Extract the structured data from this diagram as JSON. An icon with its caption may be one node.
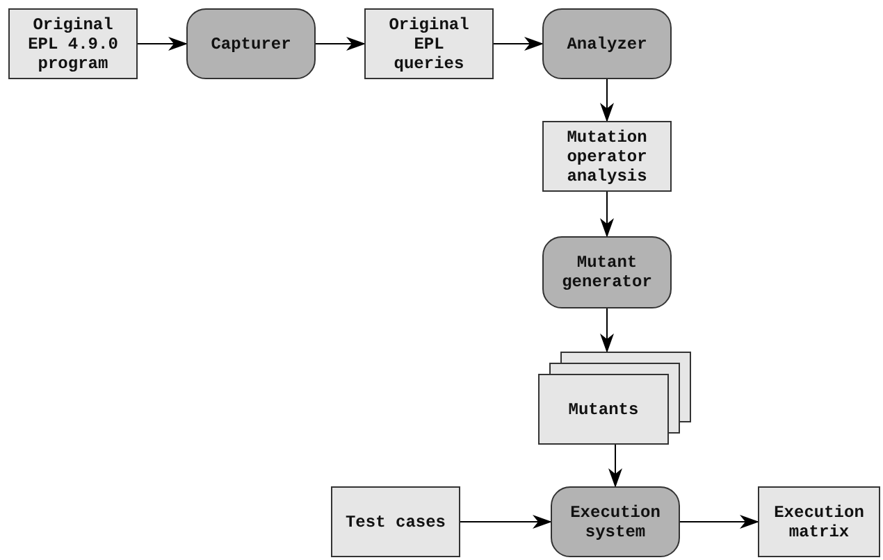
{
  "diagram": {
    "nodes": [
      {
        "text": [
          "Original EPL 4.9.0 program"
        ]
      },
      {
        "text": [
          "Capturer"
        ]
      },
      {
        "text": [
          "Original EPL queries"
        ]
      },
      {
        "text": [
          "Analyzer"
        ]
      },
      {
        "text": [
          "Mutation operator analysis"
        ]
      },
      {
        "text": [
          "Mutant generator"
        ]
      },
      {
        "text": [
          "Mutants"
        ]
      },
      {
        "text": [
          "Test cases"
        ]
      },
      {
        "text": [
          "Execution system"
        ]
      },
      {
        "text": [
          "Execution matrix"
        ]
      }
    ],
    "edges": [
      {
        "from": 0,
        "to": 1,
        "arrow": "to"
      },
      {
        "from": 1,
        "to": 2,
        "arrow": "to"
      },
      {
        "from": 2,
        "to": 3,
        "arrow": "to"
      },
      {
        "from": 3,
        "to": 4,
        "arrow": "to"
      },
      {
        "from": 4,
        "to": 5,
        "arrow": "to"
      },
      {
        "from": 5,
        "to": 6,
        "arrow": "to"
      },
      {
        "from": 6,
        "to": 8,
        "arrow": "to"
      },
      {
        "from": 7,
        "to": 8,
        "arrow": "to"
      },
      {
        "from": 8,
        "to": 9,
        "arrow": "to"
      }
    ]
  }
}
